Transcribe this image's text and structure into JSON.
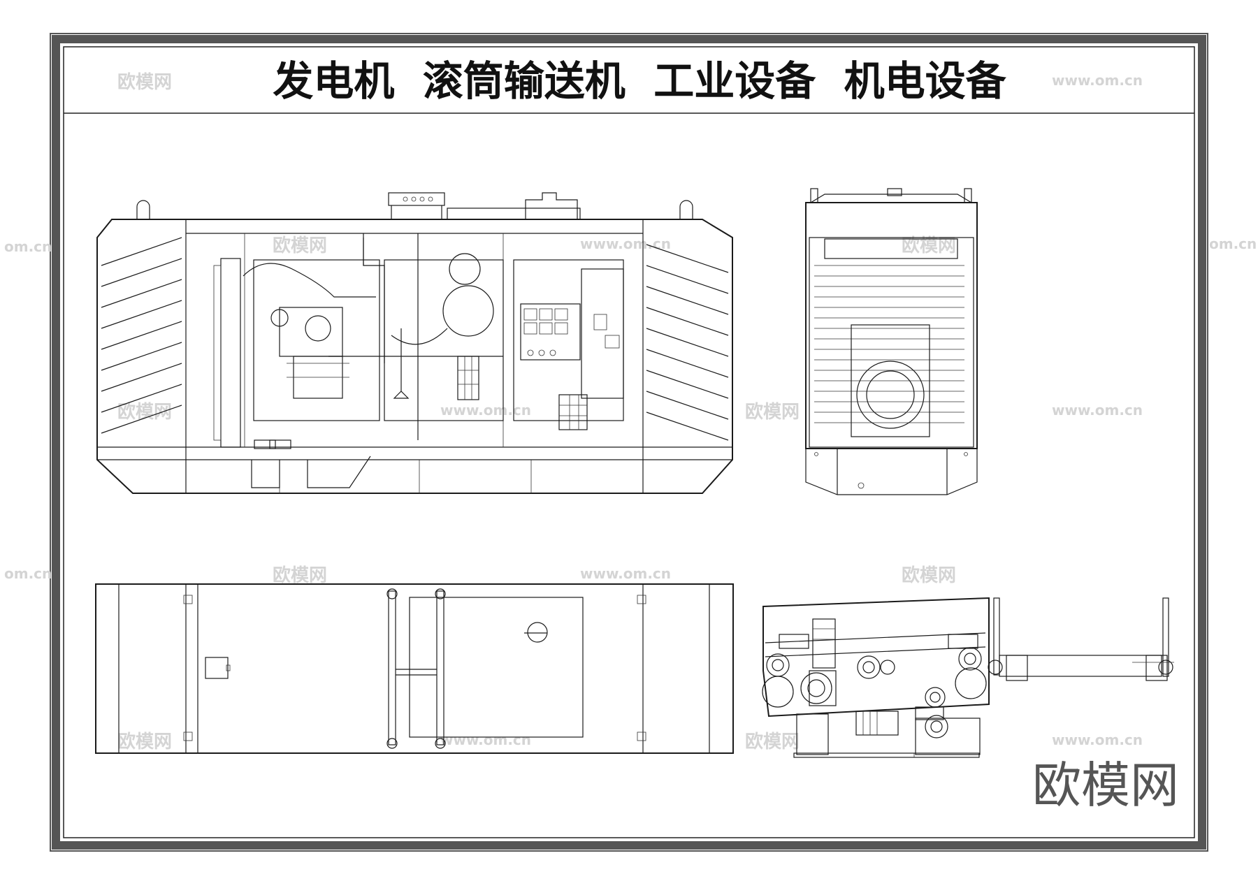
{
  "title": "发电机  滚筒输送机  工业设备  机电设备",
  "brand_logo": "欧模网",
  "watermark": {
    "brand": "欧模网",
    "url": "www.om.cn",
    "url_clipped": "om.cn"
  },
  "views": [
    {
      "id": "generator-side-elevation"
    },
    {
      "id": "generator-end-elevation"
    },
    {
      "id": "generator-top-plan"
    },
    {
      "id": "roller-conveyor-elevation"
    }
  ]
}
